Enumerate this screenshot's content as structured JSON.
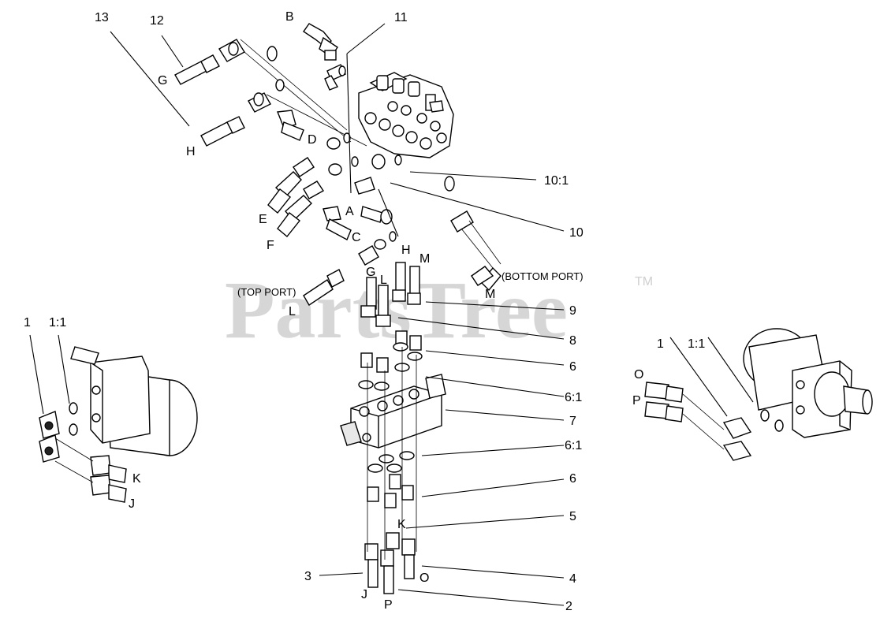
{
  "watermark": "PartsTree",
  "watermark_tm": "TM",
  "callouts": {
    "c13": "13",
    "c12": "12",
    "B": "B",
    "c11": "11",
    "G_top": "G",
    "H_top": "H",
    "D": "D",
    "c10_1": "10:1",
    "E": "E",
    "A": "A",
    "c10": "10",
    "F": "F",
    "C": "C",
    "H_mid": "H",
    "M_mid": "M",
    "G_mid": "G",
    "L_mid": "L",
    "bottom_port": "(BOTTOM PORT)",
    "top_port": "(TOP PORT)",
    "M_right": "M",
    "L_left": "L",
    "c9": "9",
    "c8": "8",
    "c6a": "6",
    "c6_1a": "6:1",
    "c7": "7",
    "c6_1b": "6:1",
    "c6b": "6",
    "c5": "5",
    "K_mid": "K",
    "c4": "4",
    "c3": "3",
    "J_bot": "J",
    "O_bot": "O",
    "P_bot": "P",
    "c2": "2",
    "c1_left": "1",
    "c1_1_left": "1:1",
    "K_left": "K",
    "J_left": "J",
    "c1_right": "1",
    "c1_1_right": "1:1",
    "O_right": "O",
    "P_right": "P"
  }
}
